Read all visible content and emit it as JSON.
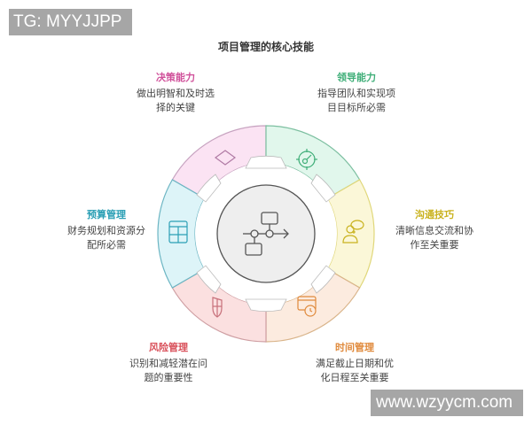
{
  "watermarks": {
    "top": "TG: MYYJJPP",
    "bottom": "www.wzyycm.com"
  },
  "title": "项目管理的核心技能",
  "center": {
    "icon": "workflow-icon",
    "fill": "#eeeeee",
    "stroke": "#555555"
  },
  "skills": [
    {
      "name": "决策能力",
      "description_lines": [
        "做出明智和及时选",
        "择的关键"
      ],
      "icon": "diamond-icon",
      "color": "#d0509a",
      "fill": "#fbe3f3",
      "stroke": "#c7a3c0"
    },
    {
      "name": "领导能力",
      "description_lines": [
        "指导团队和实现项",
        "目目标所必需"
      ],
      "icon": "target-gauge-icon",
      "color": "#3fae78",
      "fill": "#e1f7ec",
      "stroke": "#7cbfa0"
    },
    {
      "name": "沟通技巧",
      "description_lines": [
        "清晰信息交流和协",
        "作至关重要"
      ],
      "icon": "person-chat-icon",
      "color": "#c9b21e",
      "fill": "#fbf7d8",
      "stroke": "#e0d77a"
    },
    {
      "name": "时间管理",
      "description_lines": [
        "满足截止日期和优",
        "化日程至关重要"
      ],
      "icon": "calendar-clock-icon",
      "color": "#e08a3c",
      "fill": "#fcebdf",
      "stroke": "#d9b48a"
    },
    {
      "name": "风险管理",
      "description_lines": [
        "识别和减轻潜在问",
        "题的重要性"
      ],
      "icon": "shield-icon",
      "color": "#d9505a",
      "fill": "#fbe0e0",
      "stroke": "#cf9fa3"
    },
    {
      "name": "预算管理",
      "description_lines": [
        "财务规划和资源分",
        "配所必需"
      ],
      "icon": "calculator-icon",
      "color": "#2b9fb5",
      "fill": "#ddf4f8",
      "stroke": "#6cb5c3"
    }
  ]
}
